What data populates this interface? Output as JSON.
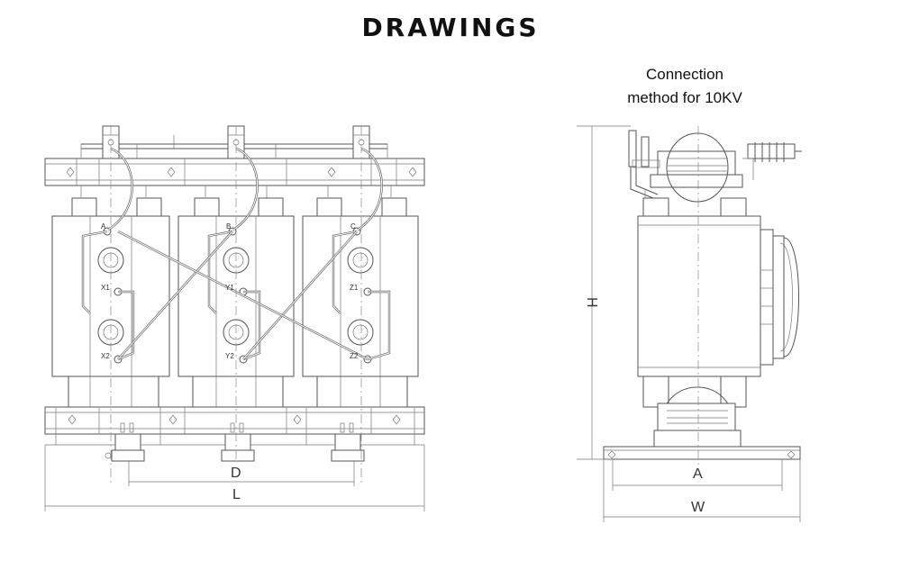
{
  "title": "DRAWINGS",
  "caption": {
    "line1": "Connection",
    "line2": "method for 10KV"
  },
  "front_view": {
    "dimension_labels": {
      "d": "D",
      "l": "L"
    },
    "terminal_labels": {
      "x1": "X1",
      "x2": "X2",
      "y1": "Y1",
      "y2": "Y2",
      "z1": "Z1",
      "z2": "Z2",
      "a": "A",
      "b": "B",
      "c": "C"
    }
  },
  "side_view": {
    "dimension_labels": {
      "h": "H",
      "a": "A",
      "w": "W"
    }
  },
  "colors": {
    "line": "#555555",
    "text": "#111111",
    "background": "#ffffff"
  }
}
